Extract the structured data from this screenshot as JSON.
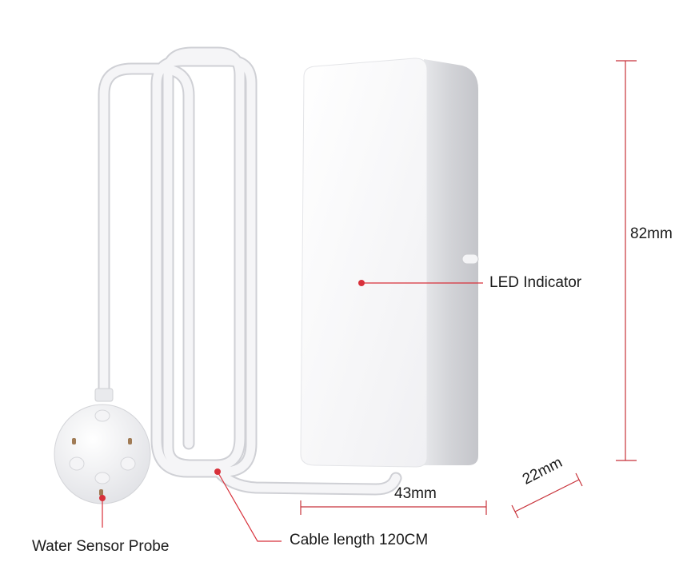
{
  "labels": {
    "led_indicator": "LED Indicator",
    "height": "82mm",
    "width": "43mm",
    "depth": "22mm",
    "cable_length": "Cable length 120CM",
    "probe": "Water Sensor Probe"
  },
  "colors": {
    "callout_line": "#d8303a",
    "dimension_line": "#c8323a",
    "device_body": "#f7f7f9",
    "device_side": "#d9dade"
  }
}
